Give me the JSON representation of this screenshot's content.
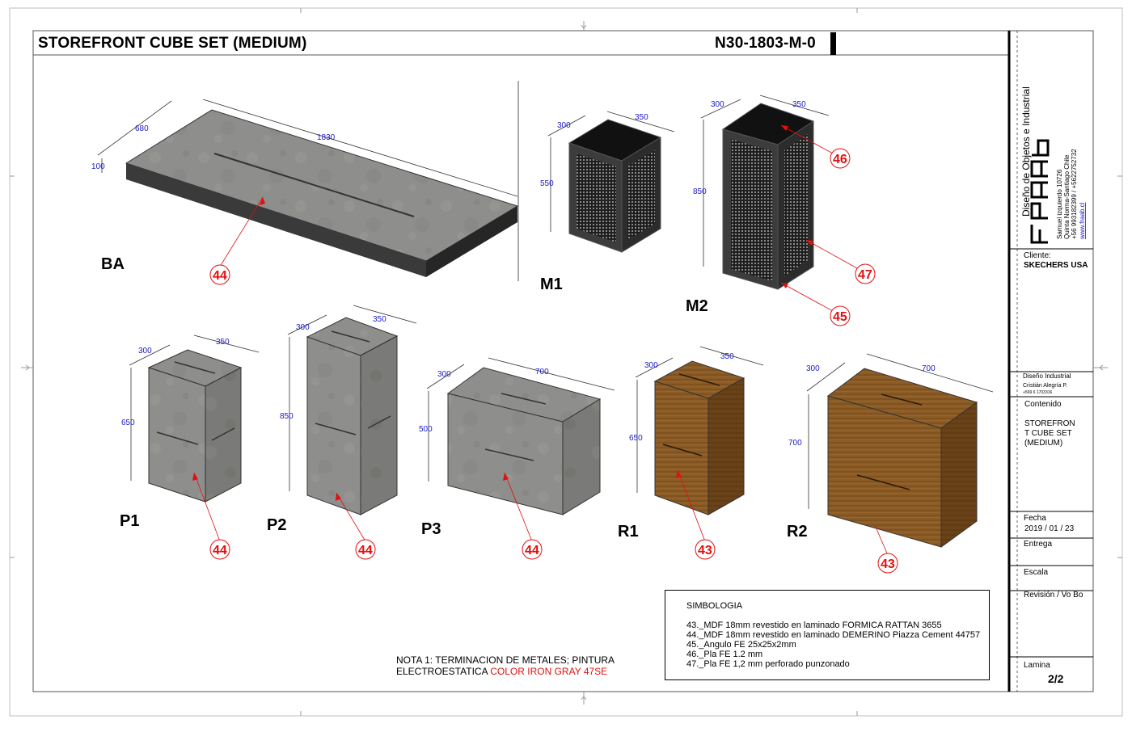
{
  "header": {
    "title": "STOREFRONT CUBE SET (MEDIUM)",
    "code": "N30-1803-M-0"
  },
  "pieces": {
    "BA": {
      "label": "BA",
      "dims": [
        "680",
        "1830",
        "100"
      ],
      "callout": "44"
    },
    "M1": {
      "label": "M1",
      "dims": [
        "300",
        "350",
        "550"
      ]
    },
    "M2": {
      "label": "M2",
      "dims": [
        "300",
        "350",
        "850"
      ],
      "callouts": [
        "46",
        "47",
        "45"
      ]
    },
    "P1": {
      "label": "P1",
      "dims": [
        "300",
        "350",
        "650"
      ],
      "callout": "44"
    },
    "P2": {
      "label": "P2",
      "dims": [
        "300",
        "350",
        "850"
      ],
      "callout": "44"
    },
    "P3": {
      "label": "P3",
      "dims": [
        "300",
        "700",
        "500"
      ],
      "callout": "44"
    },
    "R1": {
      "label": "R1",
      "dims": [
        "300",
        "350",
        "650"
      ],
      "callout": "43"
    },
    "R2": {
      "label": "R2",
      "dims": [
        "300",
        "700",
        "700"
      ],
      "callout": "43"
    }
  },
  "symbology": {
    "heading": "SIMBOLOGIA",
    "items": [
      "43._MDF 18mm revestido en laminado FORMICA RATTAN 3655",
      "44._MDF 18mm revestido en laminado DEMERINO Piazza Cement 44757",
      "45._Angulo FE 25x25x2mm",
      "46._Pla FE 1.2 mm",
      "47._Pla FE 1,2 mm perforado punzonado"
    ]
  },
  "note": {
    "line1": "NOTA 1: TERMINACION  DE METALES; PINTURA",
    "line2_prefix": "ELECTROESTATICA ",
    "line2_color": "COLOR IRON GRAY 47SE"
  },
  "title_block": {
    "company": "Diseño de Objetos e Industrial",
    "address_lines": [
      "Samuel izquierdo 10726",
      "Quinta Norma-Santiago Chile",
      "+56 993182399   /   +5622752732",
      "www.fraab.cl"
    ],
    "logo_text": "FRAAB",
    "client_label": "Cliente:",
    "client_value": "SKECHERS USA",
    "designer_label": "Diseño Industrial",
    "designer_name": "Cristián Alegría P.",
    "designer_phone": "+569 6 1703316",
    "content_label": "Contenido",
    "content_value_lines": [
      "STOREFRON",
      "T CUBE SET",
      "(MEDIUM)"
    ],
    "date_label": "Fecha",
    "date_value": "2019 / 01 / 23",
    "delivery_label": "Entrega",
    "scale_label": "Escala",
    "revision_label": "Revisión  / Vo Bo",
    "sheet_label": "Lamina",
    "sheet_value": "2/2"
  },
  "colors": {
    "cement": "#8c8c8a",
    "cement_dark": "#6a6a68",
    "wood": "#8a5a24",
    "wood_dark": "#5e3a12",
    "metal": "#2a2a2a",
    "dim_blue": "#1a1ac8",
    "callout_red": "#e01010"
  }
}
